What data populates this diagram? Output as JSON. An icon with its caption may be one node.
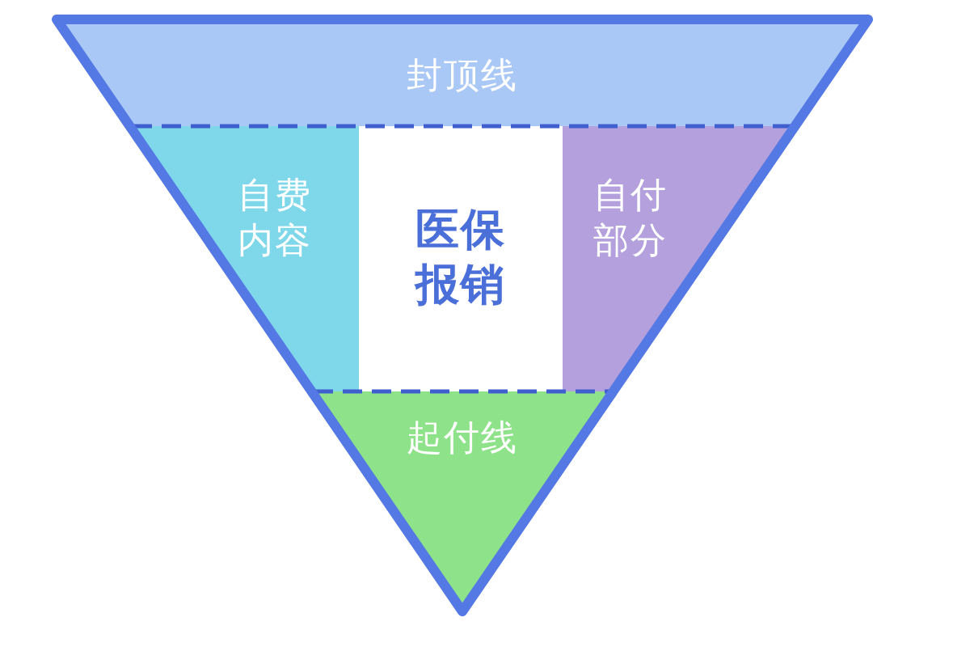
{
  "diagram": {
    "nodes": [
      {
        "text": [
          "封顶线"
        ]
      },
      {
        "text": [
          "自费内容"
        ]
      },
      {
        "text": [
          "医保报销"
        ]
      },
      {
        "text": [
          "自付部分"
        ]
      },
      {
        "text": [
          "起付线"
        ]
      }
    ]
  }
}
